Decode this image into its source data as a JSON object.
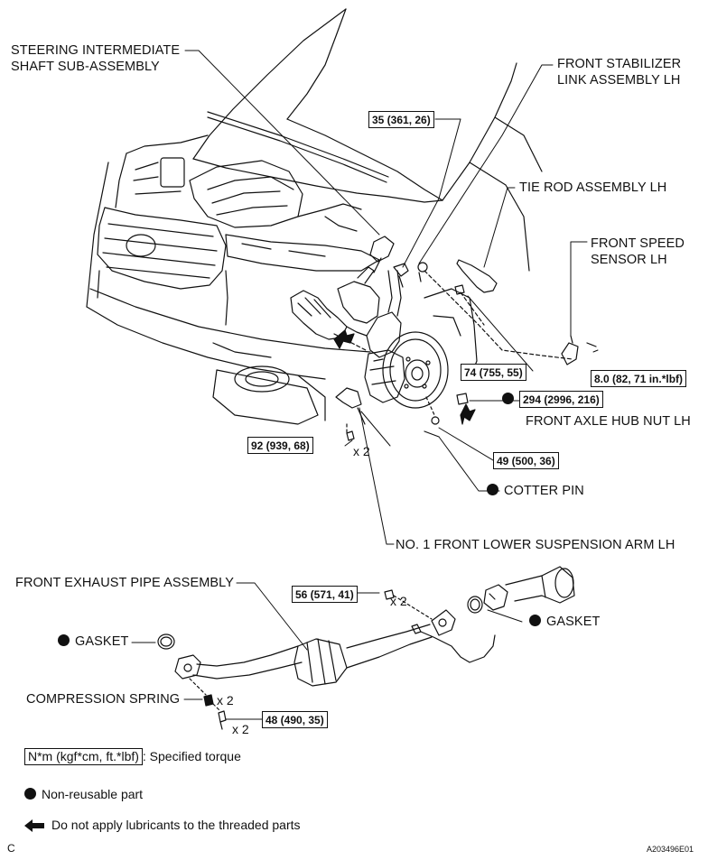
{
  "labels": {
    "steering_shaft": [
      "STEERING INTERMEDIATE",
      "SHAFT SUB-ASSEMBLY"
    ],
    "stabilizer_link": [
      "FRONT STABILIZER",
      "LINK ASSEMBLY LH"
    ],
    "tie_rod": "TIE ROD ASSEMBLY LH",
    "speed_sensor": [
      "FRONT SPEED",
      "SENSOR LH"
    ],
    "axle_hub_nut": "FRONT AXLE HUB NUT LH",
    "cotter_pin": "COTTER PIN",
    "lower_arm": "NO. 1 FRONT LOWER SUSPENSION ARM LH",
    "exhaust_pipe": "FRONT EXHAUST PIPE ASSEMBLY",
    "gasket_left": "GASKET",
    "gasket_right": "GASKET",
    "compression_spring": "COMPRESSION SPRING"
  },
  "torques": {
    "t35": "35 (361, 26)",
    "t74": "74 (755, 55)",
    "t8": "8.0 (82, 71 in.*lbf)",
    "t294": "294 (2996, 216)",
    "t92": "92 (939, 68)",
    "t49": "49 (500, 36)",
    "t56": "56 (571, 41)",
    "t48": "48 (490, 35)"
  },
  "quantities": {
    "bolt_92": "x 2",
    "nut_56": "x 2",
    "spring": "x 2",
    "bolt_48": "x 2"
  },
  "legend": {
    "torque_unit": "N*m (kgf*cm, ft.*lbf)",
    "torque_desc": ": Specified torque",
    "nonreusable": "Non-reusable part",
    "no_lubricant": "Do not apply lubricants to the threaded parts"
  },
  "footer": {
    "corner_letter": "C",
    "figure_code": "A203496E01"
  }
}
